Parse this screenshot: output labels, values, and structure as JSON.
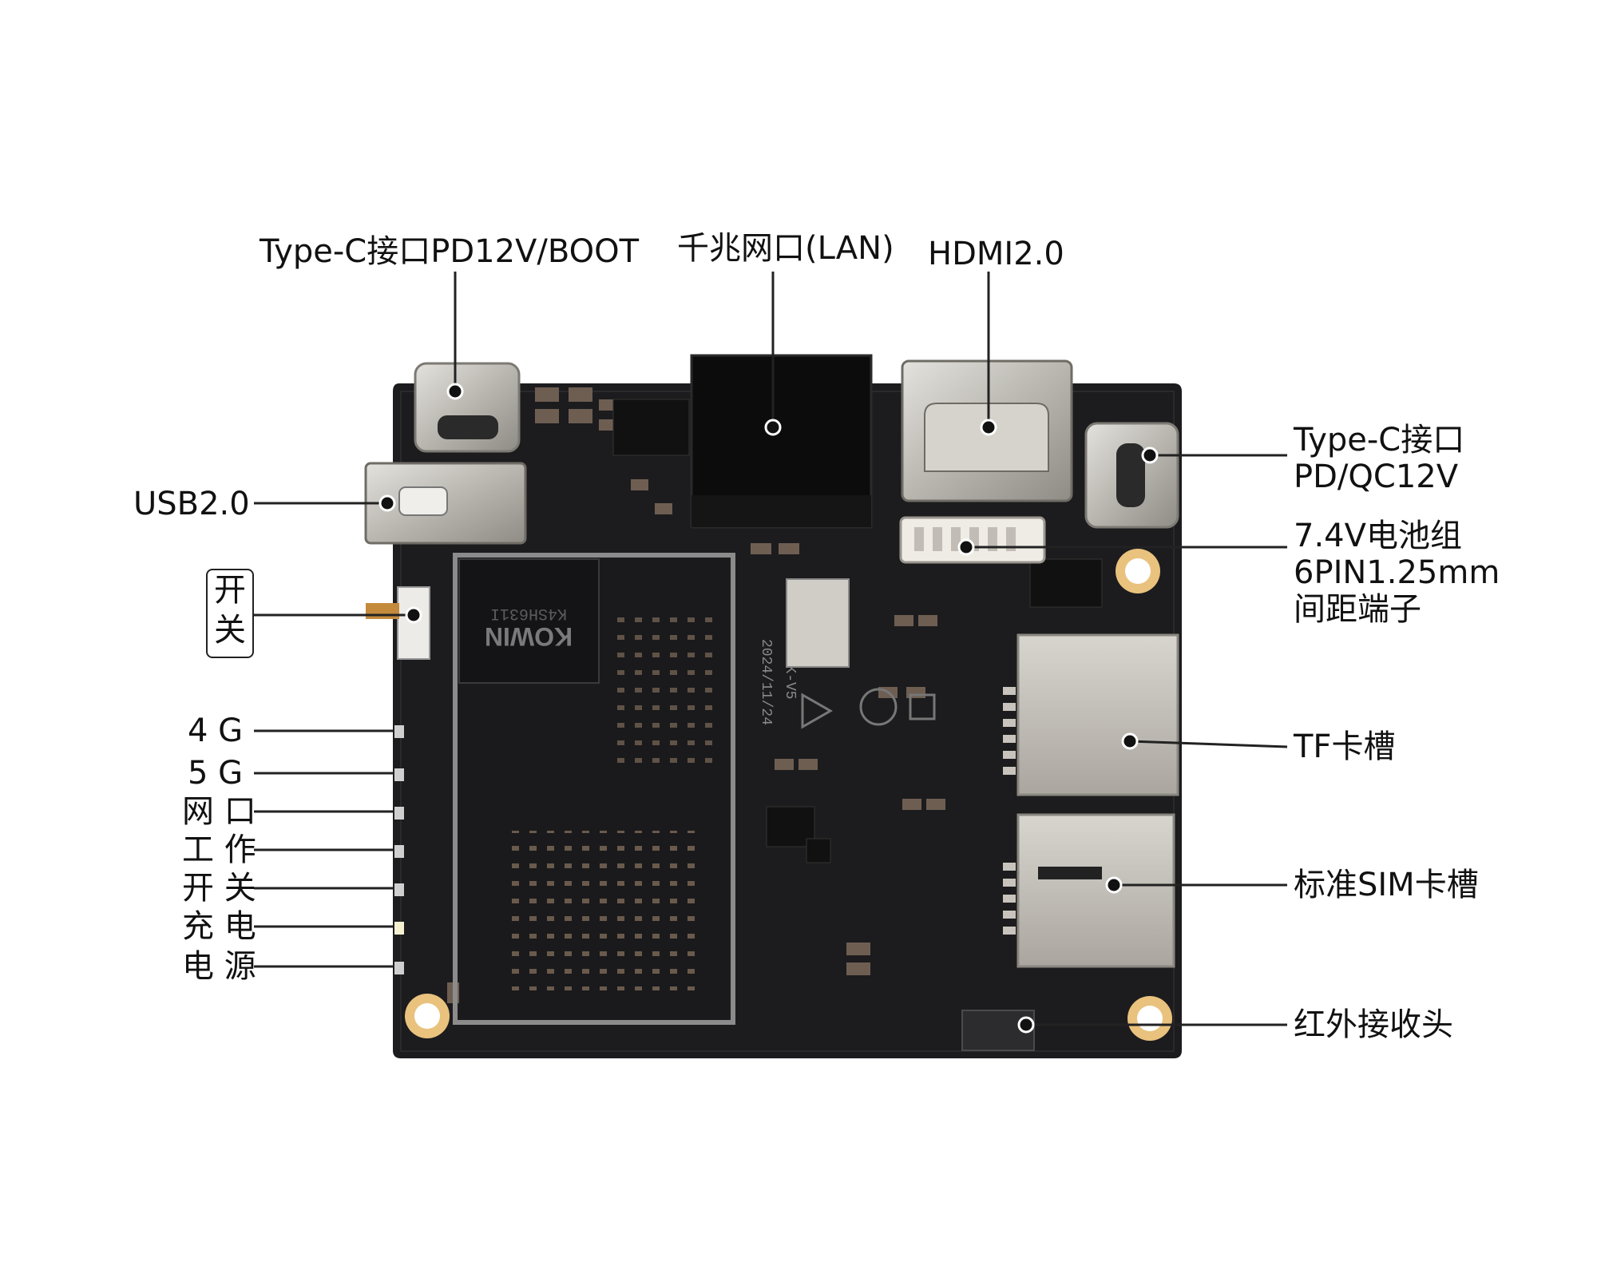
{
  "labels": {
    "typec_boot": "Type-C接口PD12V/BOOT",
    "lan": "千兆网口(LAN)",
    "hdmi": "HDMI2.0",
    "typec_pd": "Type-C接口\nPD/QC12V",
    "battery": "7.4V电池组\n6PIN1.25mm\n间距端子",
    "usb": "USB2.0",
    "switch_top": "开",
    "switch_bottom": "关",
    "tf": "TF卡槽",
    "sim": "标准SIM卡槽",
    "ir": "红外接收头",
    "led_4g": "4 G",
    "led_5g": "5 G",
    "led_net": "网 口",
    "led_work": "工 作",
    "led_switch": "开 关",
    "led_charge": "充 电",
    "led_power": "电 源"
  },
  "board_print": {
    "chip_brand": "KOWIN",
    "chip_part": "K4SH631I",
    "model": "H29K-V5",
    "date": "2024/11/24"
  },
  "colors": {
    "background": "#ffffff",
    "pcb": "#1c1c1e",
    "metal": "#c9c6c0",
    "label_line": "#222222",
    "text": "#111111"
  }
}
